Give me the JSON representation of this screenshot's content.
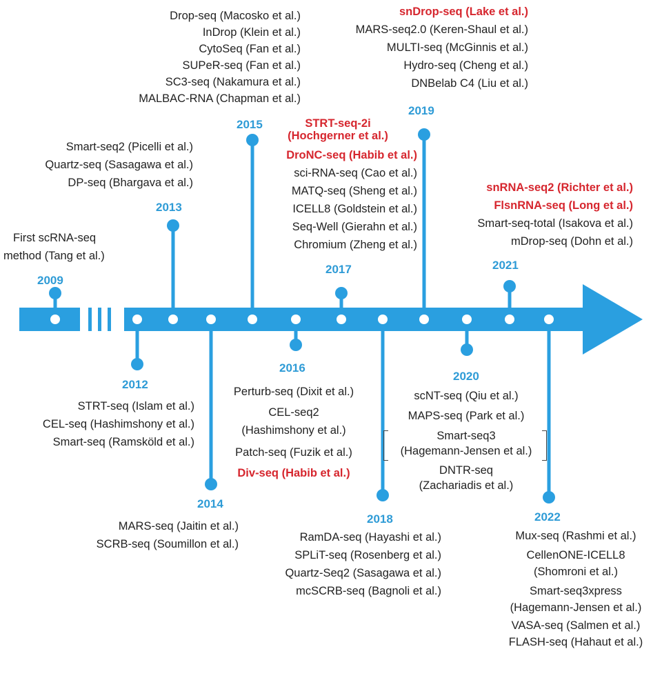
{
  "colors": {
    "timeline": "#2a9fe0",
    "year": "#2e9bd6",
    "highlight": "#d6262e",
    "text": "#222222"
  },
  "years": {
    "y2009": "2009",
    "y2012": "2012",
    "y2013": "2013",
    "y2014": "2014",
    "y2015": "2015",
    "y2016": "2016",
    "y2017": "2017",
    "y2018": "2018",
    "y2019": "2019",
    "y2020": "2020",
    "y2021": "2021",
    "y2022": "2022"
  },
  "groups": {
    "g2009": [
      "First scRNA-seq",
      "method (Tang et al.)"
    ],
    "g2012": [
      "STRT-seq (Islam et al.)",
      "CEL-seq (Hashimshony et al.)",
      "Smart-seq (Ramsköld et al.)"
    ],
    "g2013": [
      "Smart-seq2 (Picelli et al.)",
      "Quartz-seq (Sasagawa et al.)",
      "DP-seq (Bhargava et al.)"
    ],
    "g2014": [
      "MARS-seq (Jaitin et al.)",
      "SCRB-seq (Soumillon et al.)"
    ],
    "g2015": [
      "Drop-seq (Macosko et al.)",
      "InDrop (Klein et al.)",
      "CytoSeq (Fan et al.)",
      "SUPeR-seq (Fan et al.)",
      "SC3-seq (Nakamura et al.)",
      "MALBAC-RNA (Chapman et al.)"
    ],
    "g2016": [
      "Perturb-seq (Dixit et al.)",
      "CEL-seq2",
      "(Hashimshony et al.)",
      "Patch-seq (Fuzik et al.)",
      "Div-seq (Habib et al.)"
    ],
    "g2017": [
      "STRT-seq-2i",
      "(Hochgerner et al.)",
      "DroNC-seq (Habib et al.)",
      "sci-RNA-seq (Cao et al.)",
      "MATQ-seq (Sheng et al.)",
      "ICELL8 (Goldstein et al.)",
      "Seq-Well (Gierahn et al.)",
      "Chromium (Zheng et al.)"
    ],
    "g2018": [
      "RamDA-seq (Hayashi et al.)",
      "SPLiT-seq (Rosenberg et al.)",
      "Quartz-Seq2 (Sasagawa et al.)",
      "mcSCRB-seq (Bagnoli et al.)"
    ],
    "g2019": [
      "snDrop-seq (Lake et al.)",
      "MARS-seq2.0 (Keren-Shaul et al.)",
      "MULTI-seq (McGinnis et al.)",
      "Hydro-seq (Cheng et al.)",
      "DNBelab C4 (Liu et al.)"
    ],
    "g2020": [
      "scNT-seq (Qiu et al.)",
      "MAPS-seq (Park et al.)",
      "Smart-seq3",
      "(Hagemann-Jensen et al.)",
      "DNTR-seq",
      "(Zachariadis et al.)"
    ],
    "g2021": [
      "snRNA-seq2 (Richter et al.)",
      "FlsnRNA-seq (Long et al.)",
      "Smart-seq-total (Isakova et al.)",
      "mDrop-seq (Dohn et al.)"
    ],
    "g2022": [
      "Mux-seq (Rashmi et al.)",
      "CellenONE-ICELL8",
      "(Shomroni et al.)",
      "Smart-seq3xpress",
      "(Hagemann-Jensen et al.)",
      "VASA-seq (Salmen et al.)",
      "FLASH-seq (Hahaut et al.)"
    ]
  }
}
